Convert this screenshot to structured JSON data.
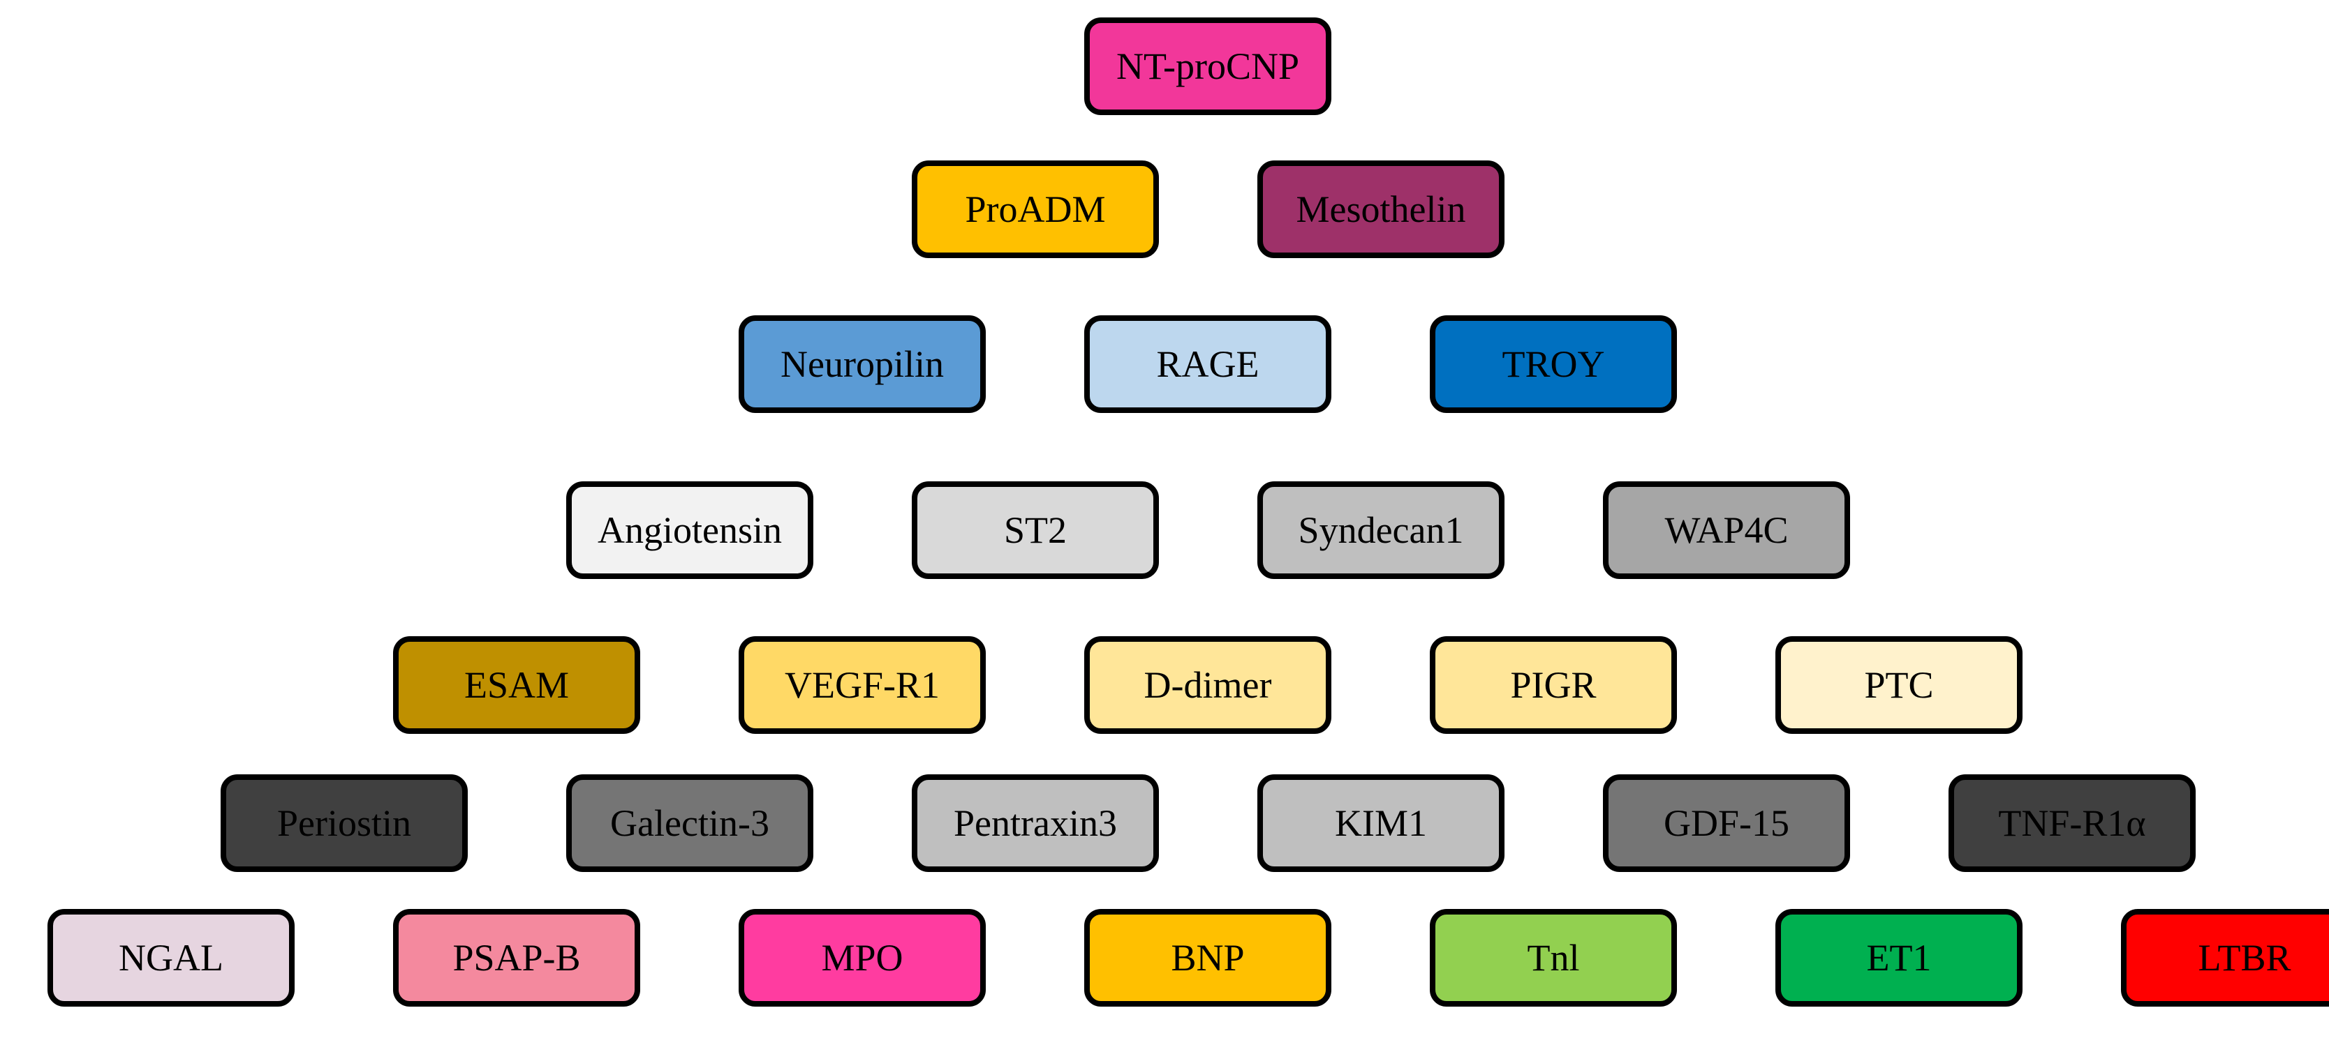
{
  "rows": [
    [
      {
        "label": "NT-proCNP",
        "color": "#F2379A",
        "text_color": "#000000"
      }
    ],
    [
      {
        "label": "ProADM",
        "color": "#FFC000",
        "text_color": "#000000"
      },
      {
        "label": "Mesothelin",
        "color": "#9E3169",
        "text_color": "#000000"
      }
    ],
    [
      {
        "label": "Neuropilin",
        "color": "#5B9BD5",
        "text_color": "#000000"
      },
      {
        "label": "RAGE",
        "color": "#BDD7EE",
        "text_color": "#000000"
      },
      {
        "label": "TROY",
        "color": "#0070C0",
        "text_color": "#000000"
      }
    ],
    [
      {
        "label": "Angiotensin",
        "color": "#F2F2F2",
        "text_color": "#000000"
      },
      {
        "label": "ST2",
        "color": "#D9D9D9",
        "text_color": "#000000"
      },
      {
        "label": "Syndecan1",
        "color": "#BFBFBF",
        "text_color": "#000000"
      },
      {
        "label": "WAP4C",
        "color": "#A6A6A6",
        "text_color": "#000000"
      }
    ],
    [
      {
        "label": "ESAM",
        "color": "#BF9000",
        "text_color": "#000000"
      },
      {
        "label": "VEGF-R1",
        "color": "#FFD966",
        "text_color": "#000000"
      },
      {
        "label": "D-dimer",
        "color": "#FFE699",
        "text_color": "#000000"
      },
      {
        "label": "PIGR",
        "color": "#FFE699",
        "text_color": "#000000"
      },
      {
        "label": "PTC",
        "color": "#FFF2CC",
        "text_color": "#000000"
      }
    ],
    [
      {
        "label": "Periostin",
        "color": "#404040",
        "text_color": "#000000"
      },
      {
        "label": "Galectin-3",
        "color": "#757575",
        "text_color": "#000000"
      },
      {
        "label": "Pentraxin3",
        "color": "#BFBFBF",
        "text_color": "#000000"
      },
      {
        "label": "KIM1",
        "color": "#BFBFBF",
        "text_color": "#000000"
      },
      {
        "label": "GDF-15",
        "color": "#757575",
        "text_color": "#000000"
      },
      {
        "label": "TNF-R1α",
        "color": "#404040",
        "text_color": "#000000"
      }
    ],
    [
      {
        "label": "NGAL",
        "color": "#E6D5E0",
        "text_color": "#000000"
      },
      {
        "label": "PSAP-B",
        "color": "#F4899E",
        "text_color": "#000000"
      },
      {
        "label": "MPO",
        "color": "#FF3CA0",
        "text_color": "#000000"
      },
      {
        "label": "BNP",
        "color": "#FFC000",
        "text_color": "#000000"
      },
      {
        "label": "Tnl",
        "color": "#92D050",
        "text_color": "#000000"
      },
      {
        "label": "ET1",
        "color": "#00B050",
        "text_color": "#000000"
      },
      {
        "label": "LTBR",
        "color": "#FF0000",
        "text_color": "#000000"
      }
    ]
  ]
}
